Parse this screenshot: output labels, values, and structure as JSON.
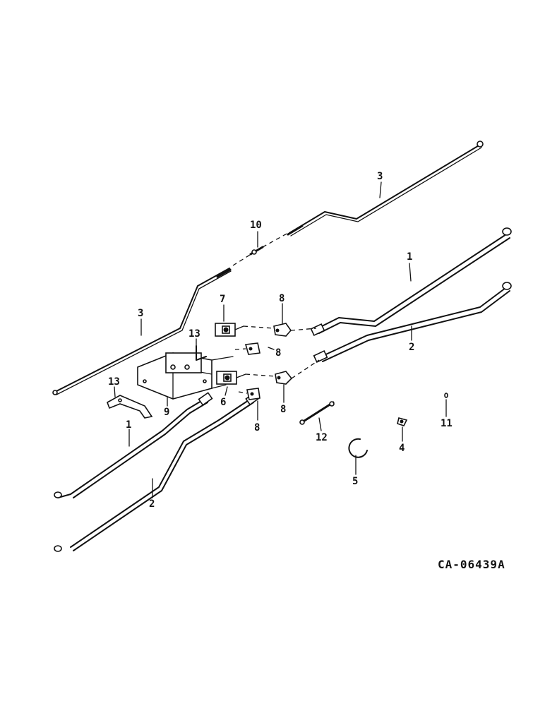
{
  "diagram_code": "CA-06439A",
  "callouts": {
    "p1_upper": "1",
    "p1_lower": "1",
    "p2_upper": "2",
    "p2_lower": "2",
    "p3_upper": "3",
    "p3_lower": "3",
    "p4": "4",
    "p5": "5",
    "p6": "6",
    "p7": "7",
    "p8_a": "8",
    "p8_b": "8",
    "p8_c": "8",
    "p8_d": "8",
    "p9": "9",
    "p10": "10",
    "p11": "11",
    "p12": "12",
    "p13_left": "13",
    "p13_center": "13"
  }
}
